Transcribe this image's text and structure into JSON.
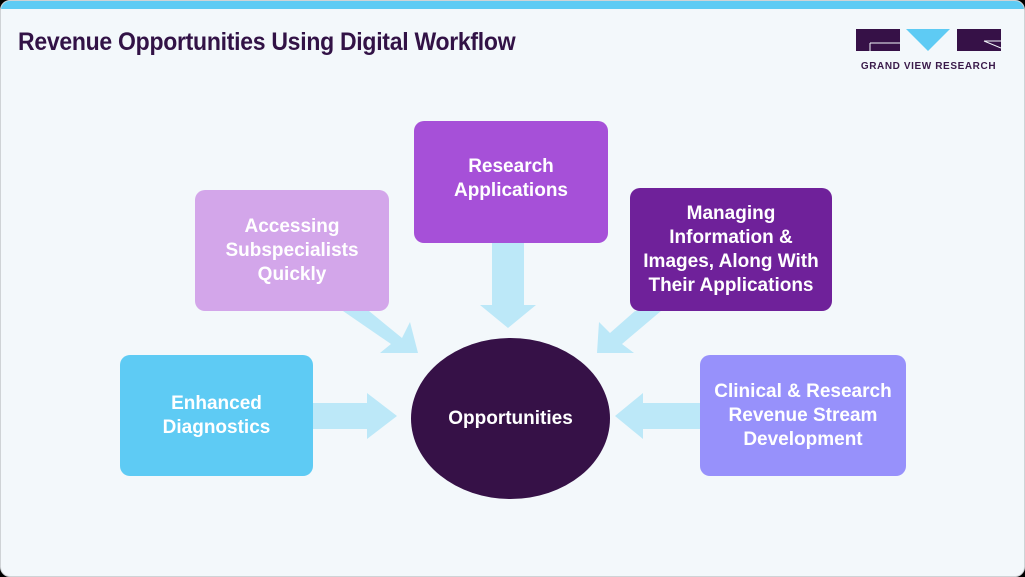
{
  "header": {
    "title": "Revenue Opportunities Using Digital Workflow",
    "logo_text": "GRAND VIEW RESEARCH"
  },
  "diagram": {
    "center": {
      "label": "Opportunities",
      "color": "#361147"
    },
    "nodes": [
      {
        "id": "enhanced",
        "label": "Enhanced\nDiagnostics",
        "color": "#5ecbf4"
      },
      {
        "id": "accessing",
        "label": "Accessing\nSubspecialists\nQuickly",
        "color": "#d3a6ea"
      },
      {
        "id": "research",
        "label": "Research\nApplications",
        "color": "#a650d8"
      },
      {
        "id": "managing",
        "label": "Managing\nInformation &\nImages, Along With\nTheir Applications",
        "color": "#6f219a"
      },
      {
        "id": "clinical",
        "label": "Clinical & Research\nRevenue Stream\nDevelopment",
        "color": "#9791fb"
      }
    ],
    "arrow_color": "#bce8f8"
  },
  "colors": {
    "background": "#f3f8fb",
    "accent_bar": "#5ecbf4",
    "title": "#321246"
  }
}
